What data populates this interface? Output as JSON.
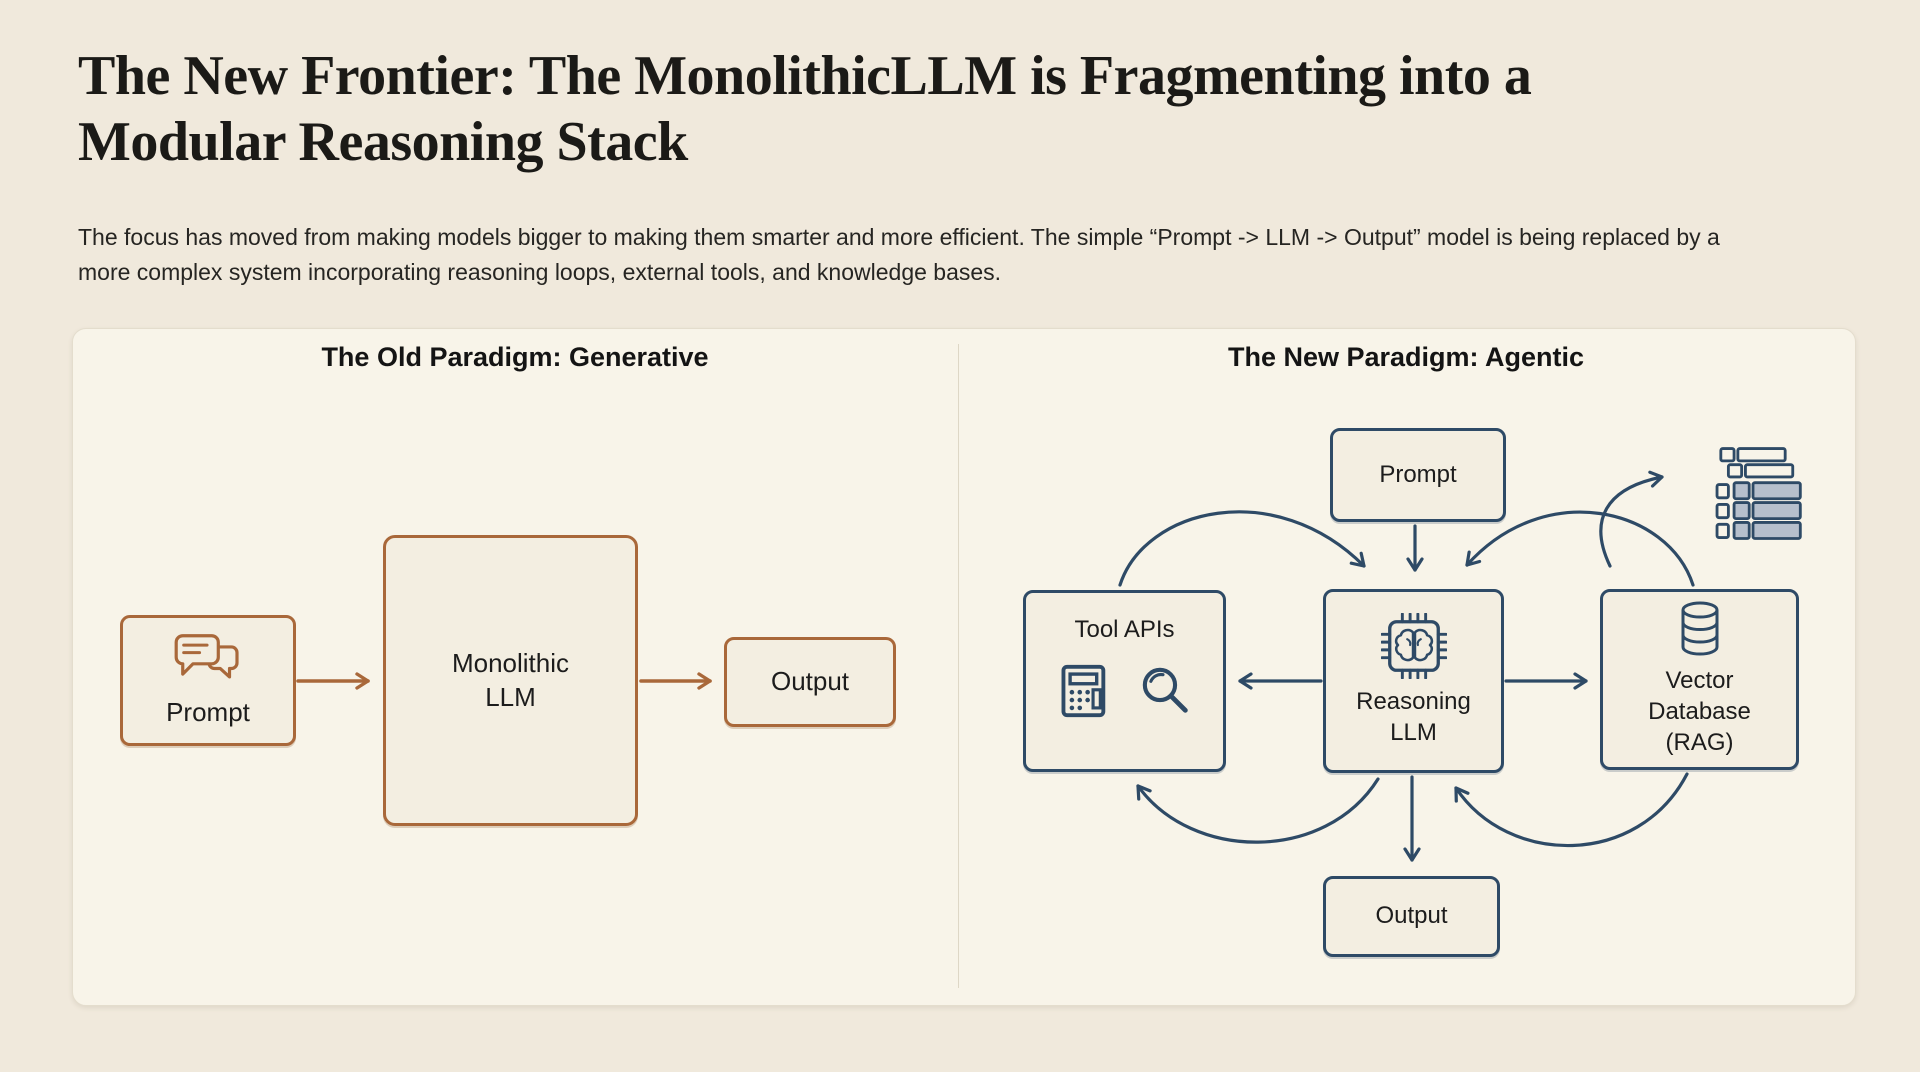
{
  "header": {
    "title": "The New Frontier: The MonolithicLLM is Fragmenting into a Modular Reasoning Stack",
    "subtitle": "The focus has moved from making models bigger to making them smarter and more efficient. The simple “Prompt -> LLM -> Output” model is being replaced by a more complex system incorporating reasoning loops, external tools, and knowledge bases."
  },
  "old_paradigm": {
    "heading": "The Old Paradigm: Generative",
    "prompt_label": "Prompt",
    "monolithic_label": "Monolithic LLM",
    "output_label": "Output"
  },
  "new_paradigm": {
    "heading": "The New Paradigm: Agentic",
    "prompt_label": "Prompt",
    "tool_apis_label": "Tool APIs",
    "reasoning_label": "Reasoning LLM",
    "vector_db_label": "Vector Database (RAG)",
    "output_label": "Output"
  },
  "icons": {
    "old_prompt": "chat-bubbles-icon",
    "tool_apis": [
      "calculator-icon",
      "magnifier-icon"
    ],
    "reasoning": "chip-brain-icon",
    "vector_db": "database-icon",
    "knowledge_stack": "stacked-bars-icon"
  },
  "colors": {
    "page_bg": "#f0e9dc",
    "card_bg": "#f8f4e9",
    "node_bg": "#f3eee1",
    "accent_orange": "#a9683a",
    "accent_navy": "#2e4a66",
    "title_text": "#1b1a17",
    "stack_fill": "#b6bfcc"
  }
}
